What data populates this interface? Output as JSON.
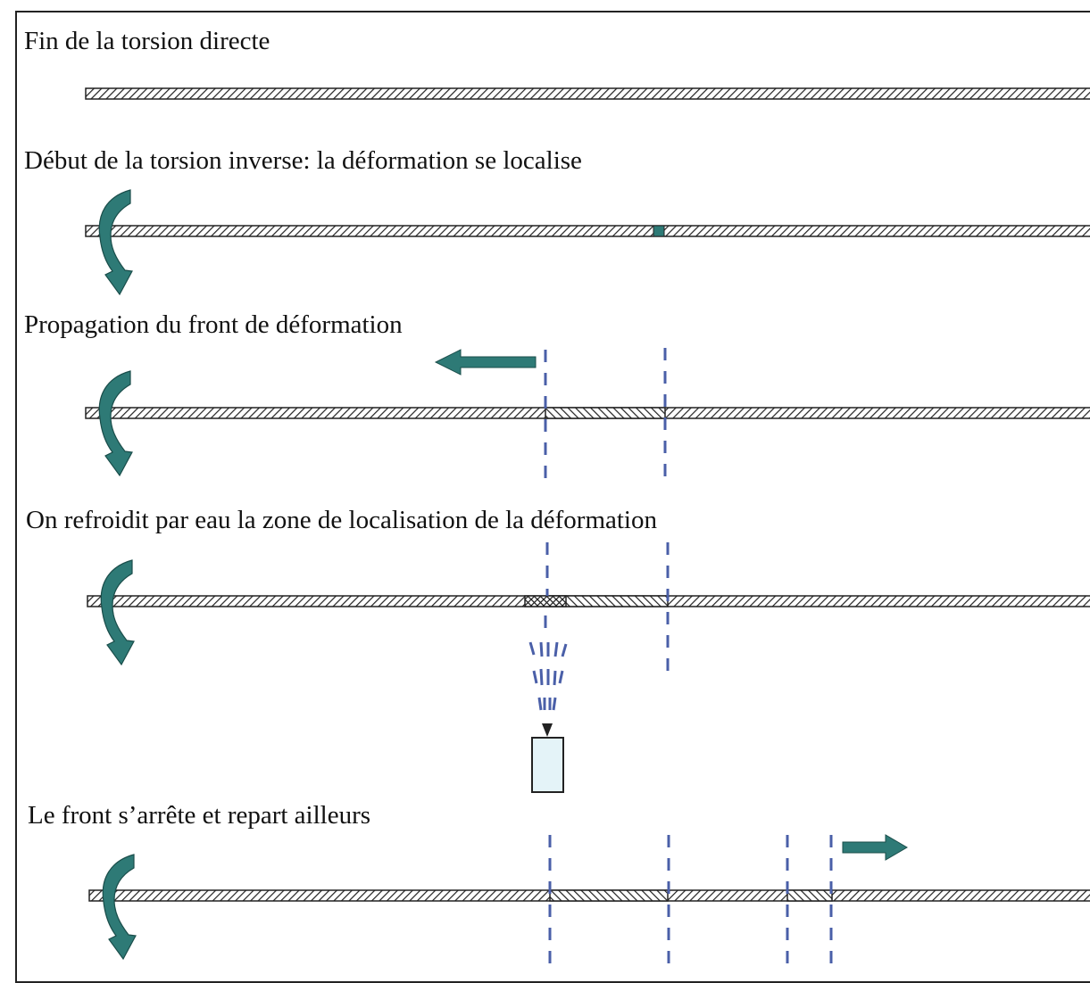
{
  "steps": [
    {
      "label": "Fin de la torsion directe"
    },
    {
      "label": "Début de la torsion inverse: la déformation se localise"
    },
    {
      "label": "Propagation du front de déformation"
    },
    {
      "label": "On refroidit par eau la zone de localisation de la déformation"
    },
    {
      "label": "Le front s’arrête et repart ailleurs"
    }
  ],
  "colors": {
    "twist_arrow": "#2e7a76",
    "front_arrow": "#2e7a76",
    "front_line": "#4a5fa8",
    "bar_stroke": "#222222",
    "water_nozzle_fill": "#e4f3f8"
  },
  "icons": {
    "twist": "curved-arrow-icon",
    "direction": "block-arrow-icon",
    "nozzle": "water-nozzle-icon"
  }
}
